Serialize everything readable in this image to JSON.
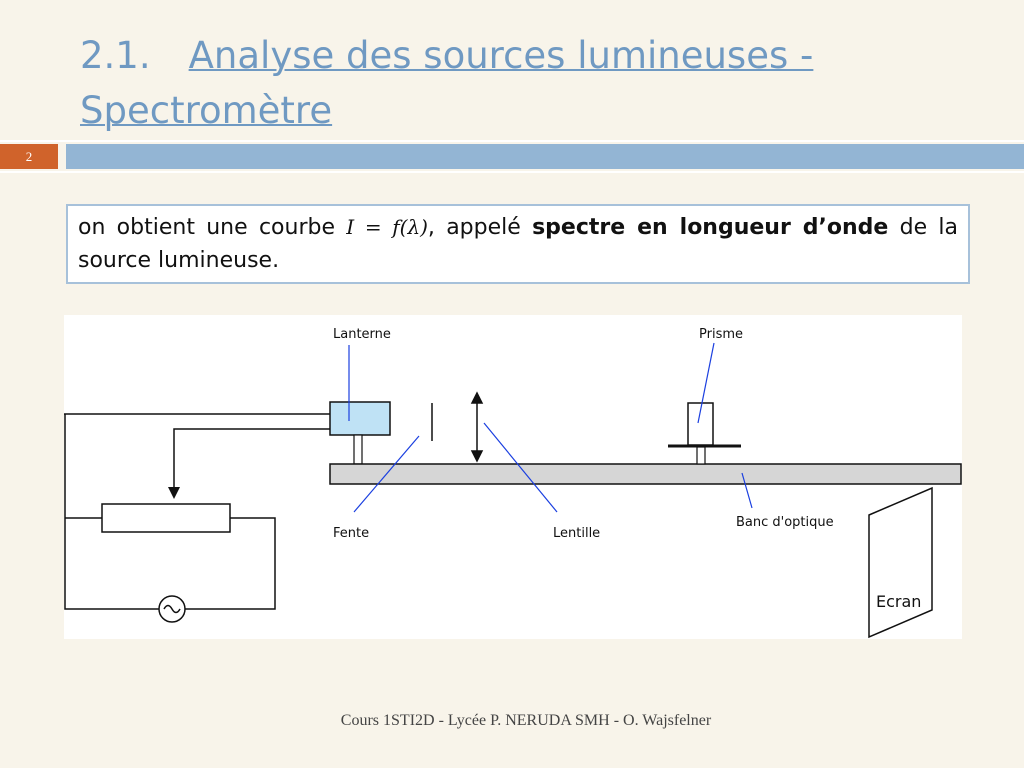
{
  "slide": {
    "title_number": "2.1.",
    "title_text_line1": "Analyse des sources lumineuses -",
    "title_text_line2": "Spectromètre",
    "slide_number": "2"
  },
  "textbox": {
    "part1": "on obtient une courbe ",
    "math": "I = f(λ)",
    "part2": ", appelé ",
    "bold": "spectre en longueur d’onde",
    "part3": " de la source lumineuse."
  },
  "diagram": {
    "labels": {
      "lanterne": "Lanterne",
      "prisme": "Prisme",
      "fente": "Fente",
      "lentille": "Lentille",
      "banc": "Banc d'optique",
      "ecran": "Ecran"
    }
  },
  "footer": "Cours 1STI2D - Lycée P. NERUDA SMH - O. Wajsfelner"
}
